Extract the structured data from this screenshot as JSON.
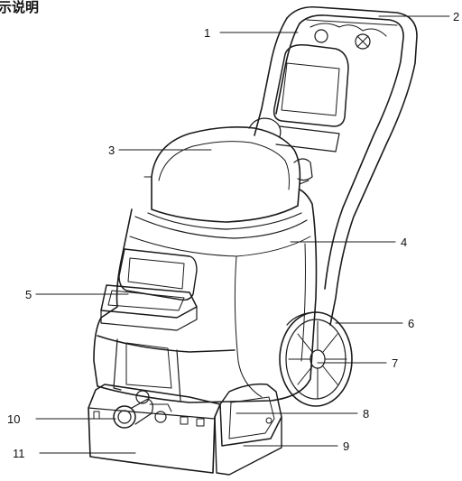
{
  "title": "示说明",
  "callouts": [
    {
      "id": 1,
      "label": "1"
    },
    {
      "id": 2,
      "label": "2"
    },
    {
      "id": 3,
      "label": "3"
    },
    {
      "id": 4,
      "label": "4"
    },
    {
      "id": 5,
      "label": "5"
    },
    {
      "id": 6,
      "label": "6"
    },
    {
      "id": 7,
      "label": "7"
    },
    {
      "id": 8,
      "label": "8"
    },
    {
      "id": 9,
      "label": "9"
    },
    {
      "id": 10,
      "label": "10"
    },
    {
      "id": 11,
      "label": "11"
    }
  ],
  "colors": {
    "line": "#1a1a1a",
    "fill": "#ffffff"
  }
}
